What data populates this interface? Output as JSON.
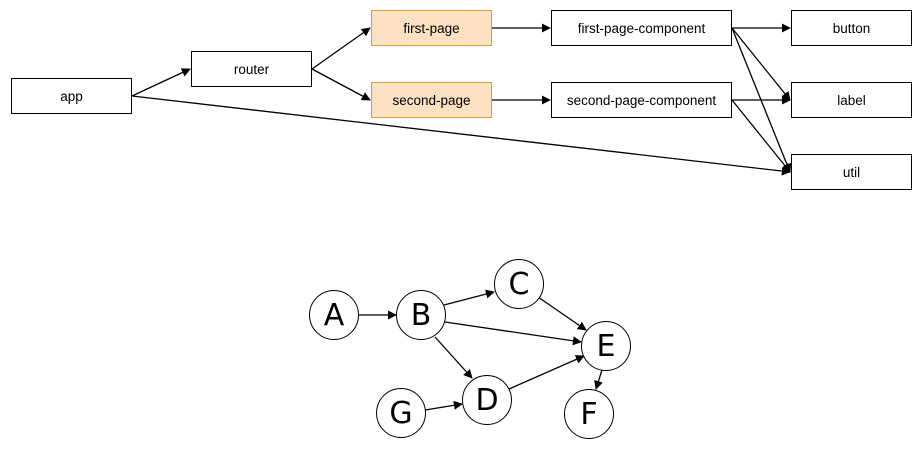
{
  "module_graph": {
    "nodes": {
      "app": "app",
      "router": "router",
      "first_page": "first-page",
      "second_page": "second-page",
      "first_page_component": "first-page-component",
      "second_page_component": "second-page-component",
      "button": "button",
      "label": "label",
      "util": "util"
    },
    "highlight_fill": "#fbe0c2",
    "highlight_border": "#d9a130"
  },
  "letter_graph": {
    "nodes": {
      "A": "A",
      "B": "B",
      "C": "C",
      "D": "D",
      "E": "E",
      "F": "F",
      "G": "G"
    }
  }
}
